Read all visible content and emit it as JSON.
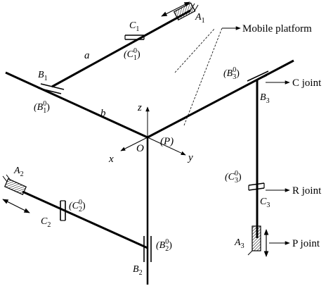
{
  "labels": {
    "mobile_platform": "Mobile platform",
    "c_joint": "C joint",
    "r_joint": "R joint",
    "p_joint": "P joint",
    "a": "a",
    "b": "b",
    "z": "z",
    "x": "x",
    "y": "y",
    "o": "O",
    "p": "(P)",
    "A1": "A",
    "A1_sub": "1",
    "A2": "A",
    "A2_sub": "2",
    "A3": "A",
    "A3_sub": "3",
    "B1": "B",
    "B1_sub": "1",
    "B1_0": "(B",
    "B1_0_sub": "1",
    "B1_0_sup": "0",
    "B1_0_end": ")",
    "B2": "B",
    "B2_sub": "2",
    "B2_0": "(B",
    "B2_0_sub": "2",
    "B2_0_sup": "0",
    "B2_0_end": ")",
    "B3": "B",
    "B3_sub": "3",
    "B3_0": "(B",
    "B3_0_sub": "3",
    "B3_0_sup": "0",
    "B3_0_end": ")",
    "C1": "C",
    "C1_sub": "1",
    "C1_0": "(C",
    "C1_0_sub": "1",
    "C1_0_sup": "0",
    "C1_0_end": ")",
    "C2": "C",
    "C2_sub": "2",
    "C2_0": "(C",
    "C2_0_sub": "2",
    "C2_0_sup": "0",
    "C2_0_end": ")",
    "C3": "C",
    "C3_sub": "3",
    "C3_0": "(C",
    "C3_0_sub": "3",
    "C3_0_sup": "0",
    "C3_0_end": ")"
  }
}
